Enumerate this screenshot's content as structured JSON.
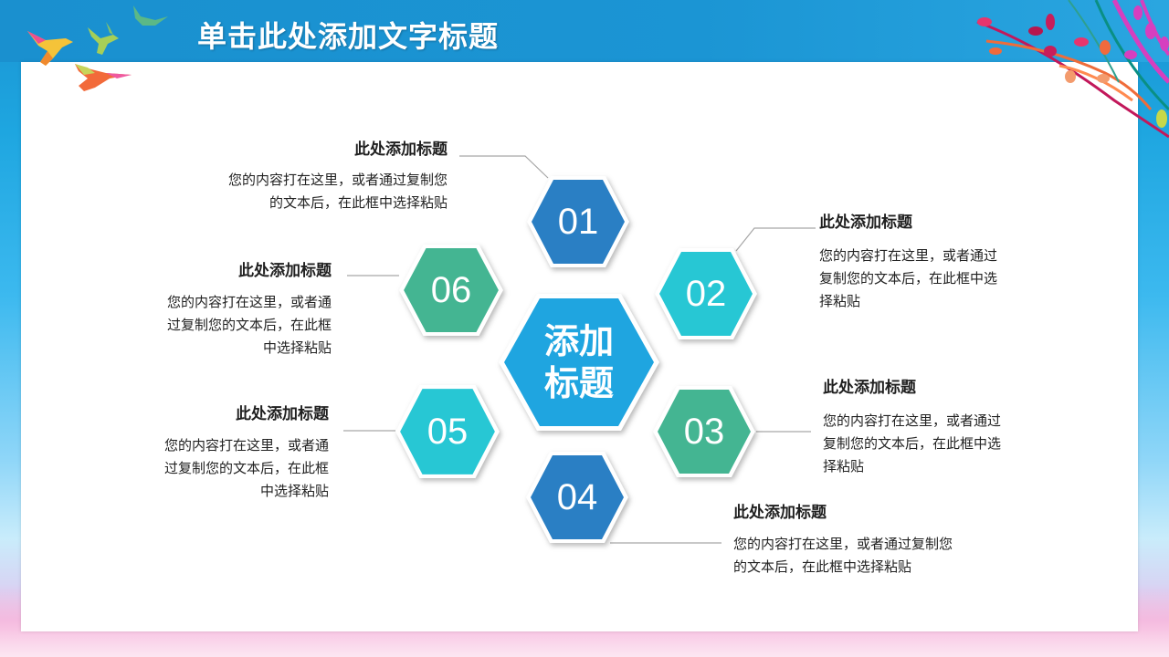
{
  "slide": {
    "title": "单击此处添加文字标题",
    "colors": {
      "header_blue": "#1a93d2",
      "hex_dark_blue": "#2a7fc4",
      "hex_cyan": "#27c7d4",
      "hex_green": "#44b592",
      "hex_center": "#1fa5e0",
      "text": "#222222",
      "connector": "#a6a6a6"
    }
  },
  "diagram": {
    "center": {
      "line1": "添加",
      "line2": "标题"
    },
    "items": [
      {
        "number": "01",
        "heading": "此处添加标题",
        "body": "您的内容打在这里，或者通过复制您\n的文本后，在此框中选择粘贴"
      },
      {
        "number": "02",
        "heading": "此处添加标题",
        "body": "您的内容打在这里，或者通过\n复制您的文本后，在此框中选\n择粘贴"
      },
      {
        "number": "03",
        "heading": "此处添加标题",
        "body": "您的内容打在这里，或者通过\n复制您的文本后，在此框中选\n择粘贴"
      },
      {
        "number": "04",
        "heading": "此处添加标题",
        "body": "您的内容打在这里，或者通过复制您\n的文本后，在此框中选择粘贴"
      },
      {
        "number": "05",
        "heading": "此处添加标题",
        "body": "您的内容打在这里，或者通\n过复制您的文本后，在此框\n中选择粘贴"
      },
      {
        "number": "06",
        "heading": "此处添加标题",
        "body": "您的内容打在这里，或者通\n过复制您的文本后，在此框\n中选择粘贴"
      }
    ]
  }
}
